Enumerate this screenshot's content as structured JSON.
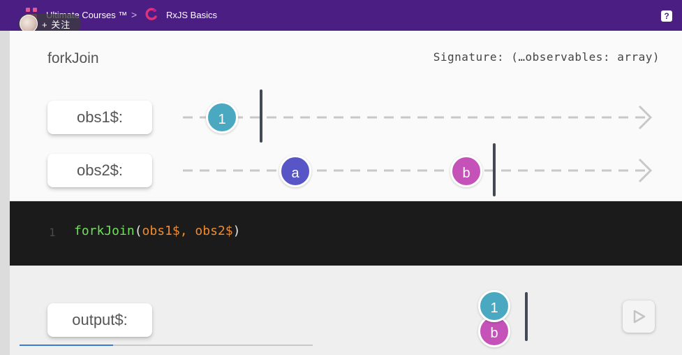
{
  "topbar": {
    "brand_label": "Ultimate Courses ™",
    "separator": ">",
    "course_label": "RxJS Basics",
    "help_label": "?",
    "follow_label": "+ 关注"
  },
  "slide": {
    "title": "forkJoin",
    "signature": "Signature: (…observables: array)",
    "rows": [
      {
        "label": "obs1$:",
        "marbles": [
          "1"
        ]
      },
      {
        "label": "obs2$:",
        "marbles": [
          "a",
          "b"
        ]
      }
    ]
  },
  "code": {
    "line_number": "1",
    "function_name": "forkJoin",
    "open_paren": "(",
    "args": "obs1$, obs2$",
    "close_paren": ")"
  },
  "output": {
    "label": "output$:",
    "marble_top": "1",
    "marble_bottom": "b"
  },
  "player": {
    "progress_fraction": 0.32
  },
  "colors": {
    "topbar": "#4a1e83",
    "marble_teal": "#4aa9c0",
    "marble_purple": "#5856c6",
    "marble_pink": "#c452b8",
    "code_function": "#6fe05b",
    "code_args": "#f08a2c"
  }
}
